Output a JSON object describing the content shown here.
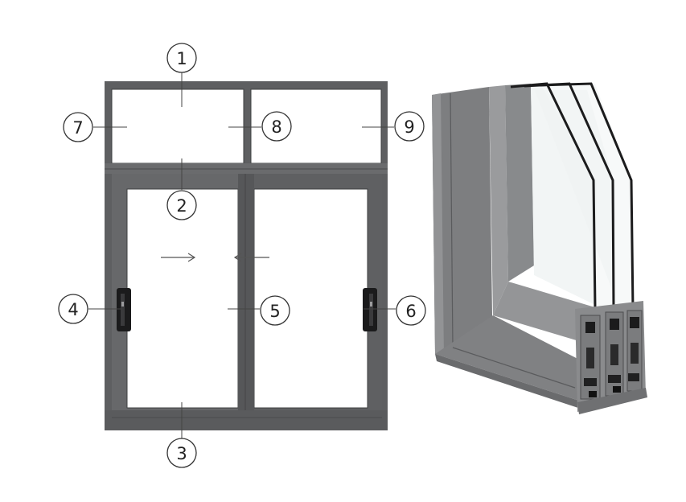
{
  "callouts": [
    {
      "label": "1"
    },
    {
      "label": "2"
    },
    {
      "label": "3"
    },
    {
      "label": "4"
    },
    {
      "label": "5"
    },
    {
      "label": "6"
    },
    {
      "label": "7"
    },
    {
      "label": "8"
    },
    {
      "label": "9"
    }
  ],
  "colors": {
    "frame": "#5e5f61",
    "frame_dark": "#3f4042",
    "profile_light": "#8a8b8d",
    "profile_mid": "#747577",
    "glass": "#f4f6f6",
    "callout_stroke": "#333333"
  },
  "icons": {
    "left_arrow": "right-arrow-icon",
    "right_arrow": "left-arrow-icon",
    "handle": "sash-handle-icon"
  }
}
